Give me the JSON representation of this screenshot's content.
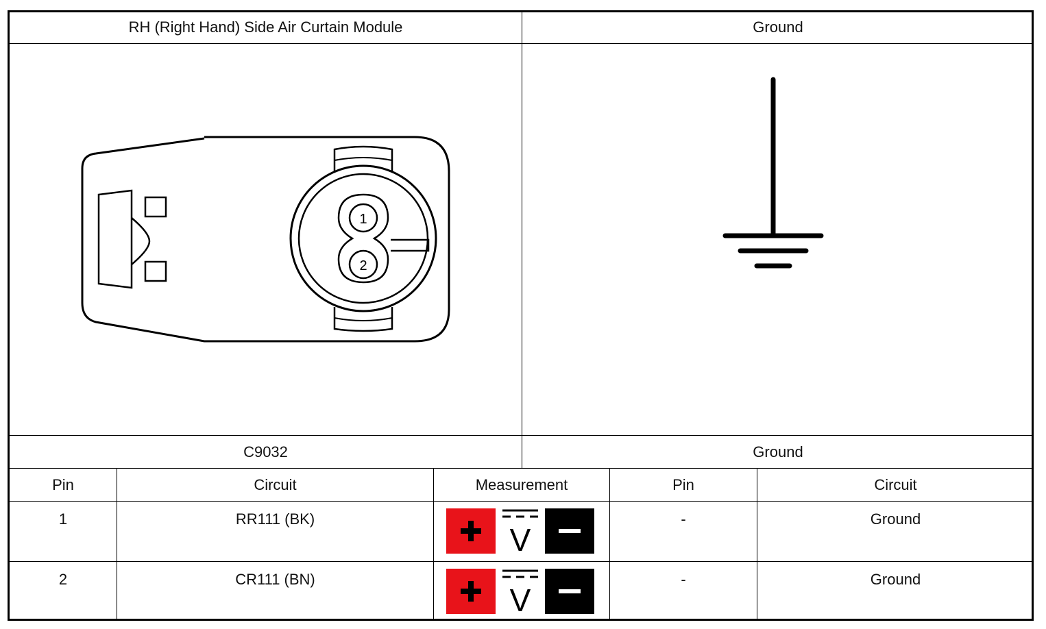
{
  "header": {
    "left_title": "RH (Right Hand) Side Air Curtain Module",
    "right_title": "Ground"
  },
  "connector": {
    "id": "C9032",
    "pin_labels": [
      "1",
      "2"
    ]
  },
  "ground": {
    "label": "Ground"
  },
  "table": {
    "columns": [
      "Pin",
      "Circuit",
      "Measurement",
      "Pin",
      "Circuit"
    ],
    "rows": [
      {
        "pin": "1",
        "circuit": "RR111 (BK)",
        "measurement": "DC voltage",
        "pin2": "-",
        "circuit2": "Ground"
      },
      {
        "pin": "2",
        "circuit": "CR111 (BN)",
        "measurement": "DC voltage",
        "pin2": "-",
        "circuit2": "Ground"
      }
    ]
  },
  "meter": {
    "unit_symbol": "V",
    "positive_color": "#e8131a",
    "negative_color": "#000000"
  }
}
